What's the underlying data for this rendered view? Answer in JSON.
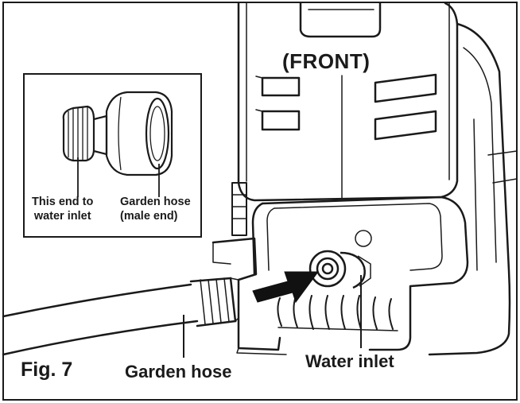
{
  "labels": {
    "front": "(FRONT)",
    "figure": "Fig. 7",
    "garden_hose": "Garden hose",
    "water_inlet": "Water inlet"
  },
  "inset": {
    "left_line1": "This end to",
    "left_line2": "water inlet",
    "right_line1": "Garden hose",
    "right_line2": "(male end)"
  },
  "colors": {
    "line": "#1a1a1a",
    "arrow": "#111111",
    "background": "#ffffff"
  }
}
